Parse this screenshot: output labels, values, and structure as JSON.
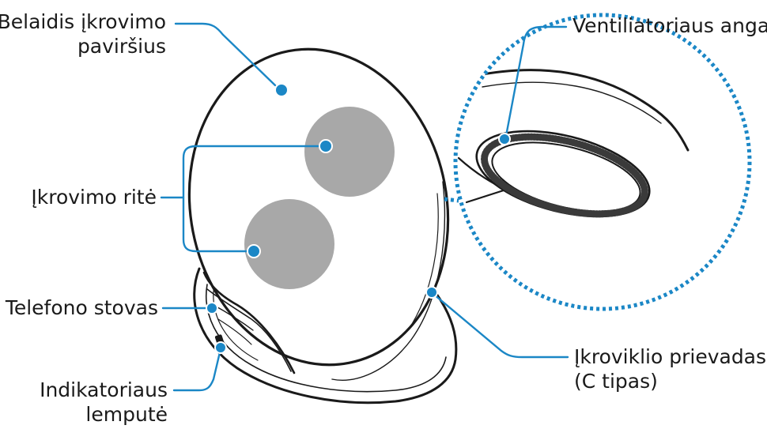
{
  "labels": {
    "wireless_surface": [
      "Belaidis įkrovimo",
      "paviršius"
    ],
    "charging_coil": [
      "Įkrovimo ritė"
    ],
    "phone_stand": [
      "Telefono stovas"
    ],
    "indicator_light": [
      "Indikatoriaus",
      "lemputė"
    ],
    "fan_vent": [
      "Ventiliatoriaus anga"
    ],
    "charger_port": [
      "Įkroviklio prievadas",
      "(C tipas)"
    ]
  },
  "colors": {
    "leader": "#1b87c6",
    "coil": "#a8a8a8",
    "outline": "#1a1a1a",
    "text": "#1a1a1a",
    "dotted_circle": "#1b87c6"
  }
}
